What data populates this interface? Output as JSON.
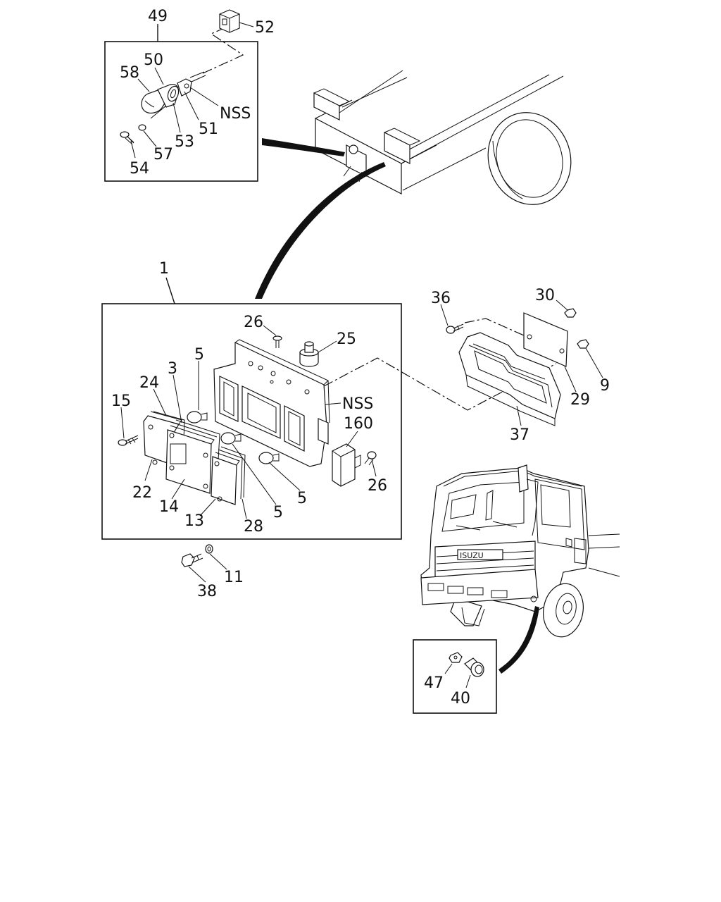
{
  "diagram": {
    "callouts": [
      {
        "id": "49",
        "text": "49"
      },
      {
        "id": "52",
        "text": "52"
      },
      {
        "id": "50",
        "text": "50"
      },
      {
        "id": "58",
        "text": "58"
      },
      {
        "id": "nss-top",
        "text": "NSS"
      },
      {
        "id": "51",
        "text": "51"
      },
      {
        "id": "53",
        "text": "53"
      },
      {
        "id": "57",
        "text": "57"
      },
      {
        "id": "54",
        "text": "54"
      },
      {
        "id": "1",
        "text": "1"
      },
      {
        "id": "26-a",
        "text": "26"
      },
      {
        "id": "25",
        "text": "25"
      },
      {
        "id": "5-a",
        "text": "5"
      },
      {
        "id": "3",
        "text": "3"
      },
      {
        "id": "24",
        "text": "24"
      },
      {
        "id": "15",
        "text": "15"
      },
      {
        "id": "nss-mid",
        "text": "NSS"
      },
      {
        "id": "160",
        "text": "160"
      },
      {
        "id": "26-b",
        "text": "26"
      },
      {
        "id": "5-b",
        "text": "5"
      },
      {
        "id": "5-c",
        "text": "5"
      },
      {
        "id": "22",
        "text": "22"
      },
      {
        "id": "14",
        "text": "14"
      },
      {
        "id": "13",
        "text": "13"
      },
      {
        "id": "28",
        "text": "28"
      },
      {
        "id": "36",
        "text": "36"
      },
      {
        "id": "30",
        "text": "30"
      },
      {
        "id": "9",
        "text": "9"
      },
      {
        "id": "29",
        "text": "29"
      },
      {
        "id": "37",
        "text": "37"
      },
      {
        "id": "11",
        "text": "11"
      },
      {
        "id": "38",
        "text": "38"
      },
      {
        "id": "47",
        "text": "47"
      },
      {
        "id": "40",
        "text": "40"
      }
    ],
    "grille_badge": "ISUZU"
  }
}
